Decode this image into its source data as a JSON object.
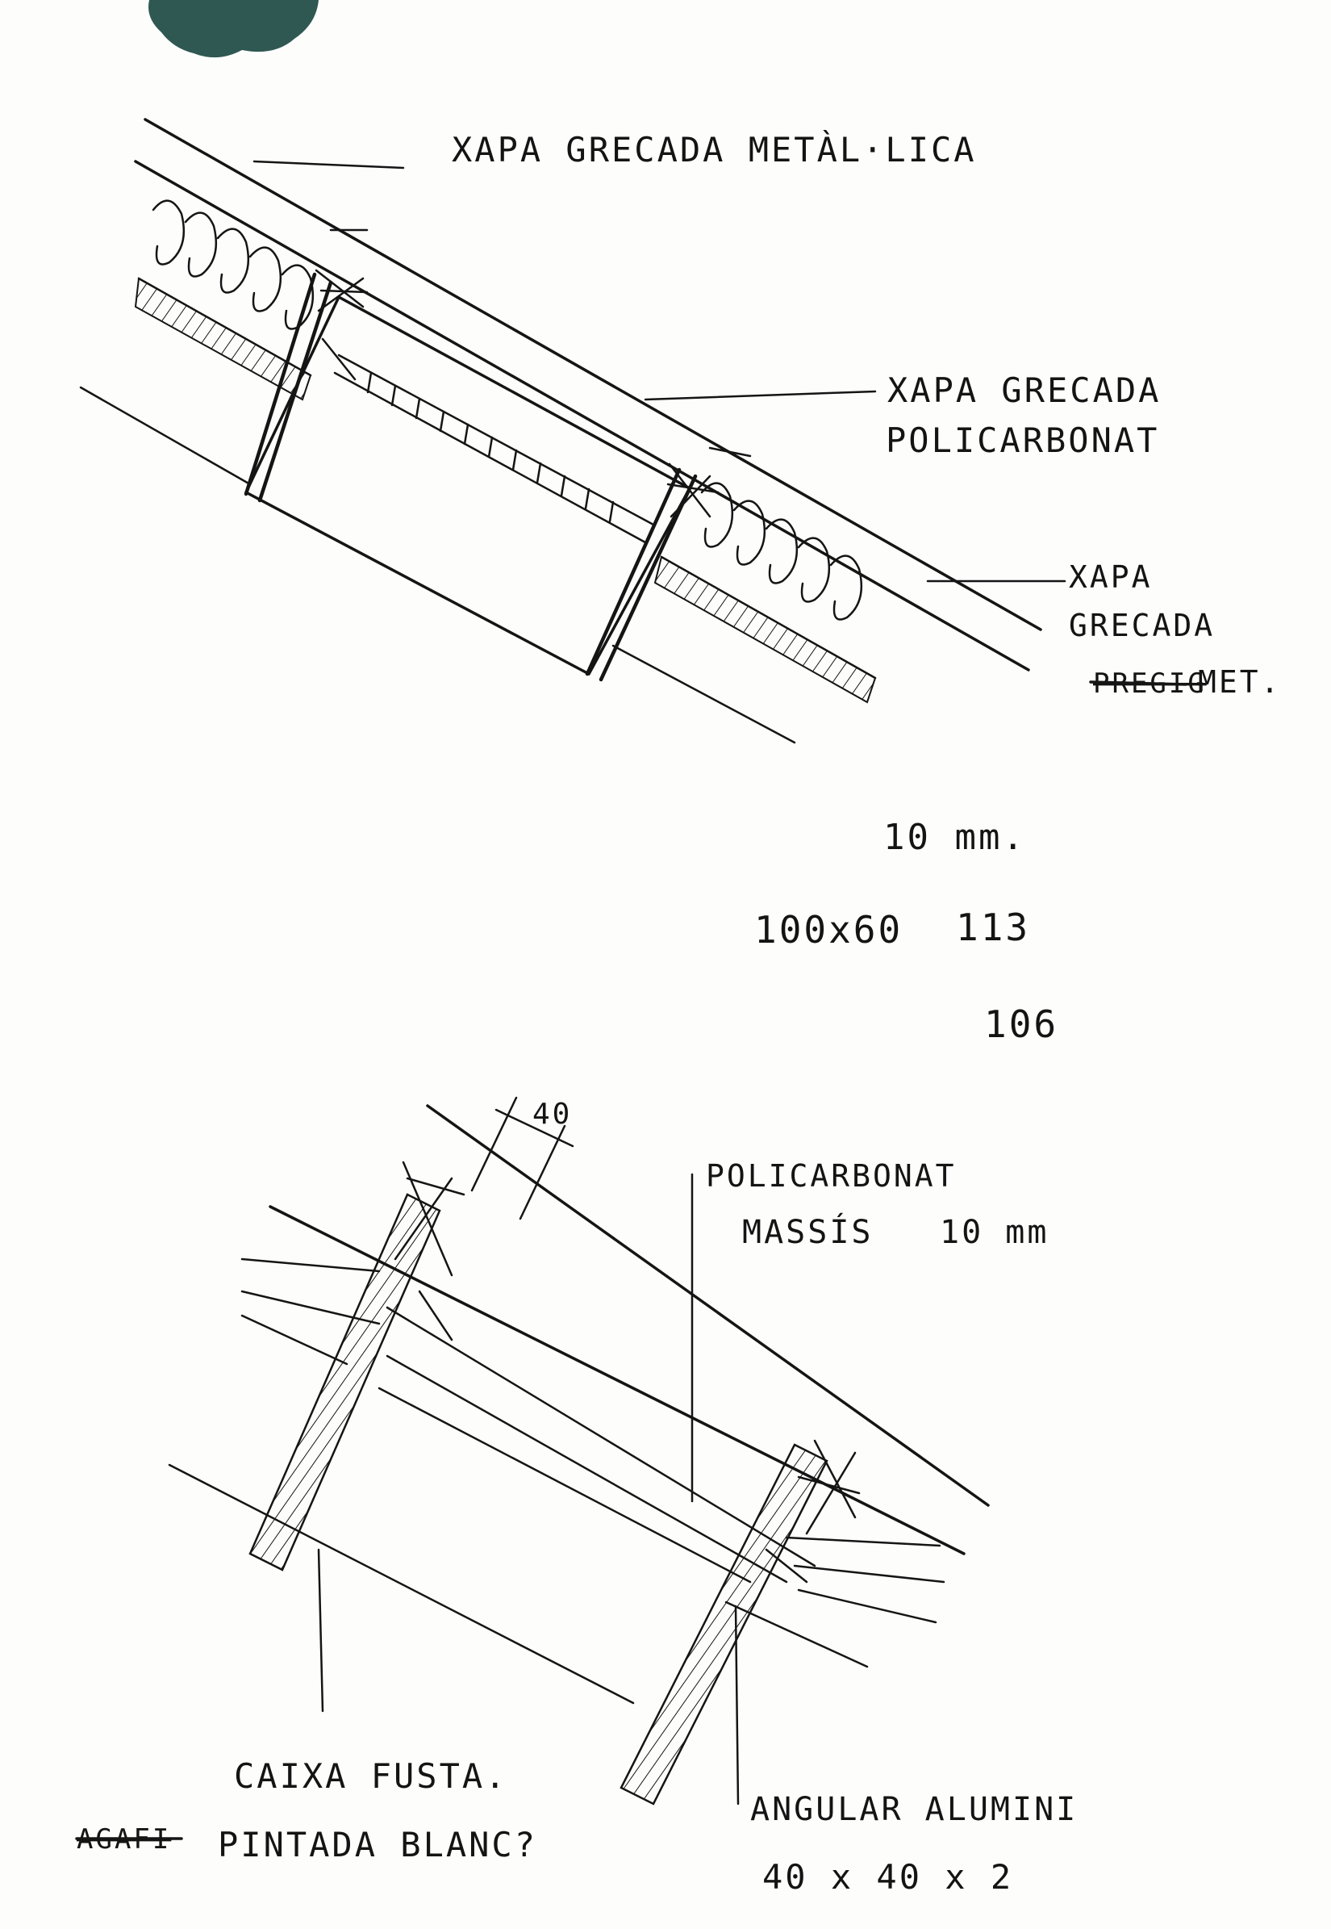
{
  "top_detail": {
    "label_main": "XAPA GRECADA METÀL·LICA",
    "label_mid_line1": "XAPA GRECADA",
    "label_mid_line2": "POLICARBONAT",
    "label_right_line1": "XAPA",
    "label_right_line2": "GRECADA",
    "label_right_line3_struck": "PREGIG",
    "label_right_line3": "MET."
  },
  "notes": {
    "line1": "10 mm.",
    "line2a": "100x60",
    "line2b": "113",
    "line3": "106"
  },
  "bottom_detail": {
    "dimension": "40",
    "label_poly_line1": "POLICARBONAT",
    "label_poly_line2a": "MASSÍS",
    "label_poly_line2b": "10 mm",
    "label_box_line1": "CAIXA FUSTA.",
    "label_box_struck": "AGAFI",
    "label_box_line2": "PINTADA BLANC?",
    "label_angle_line1": "ANGULAR ALUMINI",
    "label_angle_line2": "40 x 40 x 2"
  },
  "colors": {
    "ink": "#151515",
    "paper": "#fdfdfc",
    "stain": "#1e4a44"
  }
}
